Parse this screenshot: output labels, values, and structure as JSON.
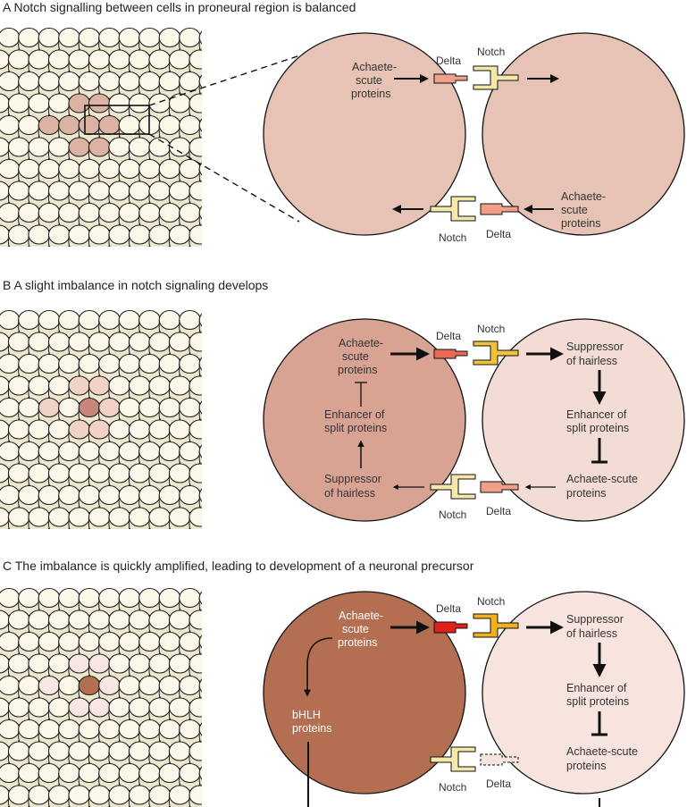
{
  "panels": {
    "a": {
      "title": "A  Notch signalling between cells in proneural region is balanced",
      "delta_top": "Delta",
      "notch_top": "Notch",
      "left_as": [
        "Achaete-",
        "scute",
        "proteins"
      ],
      "right_as": [
        "Achaete-",
        "scute",
        "proteins"
      ],
      "notch_bottom": "Notch",
      "delta_bottom": "Delta",
      "colors": {
        "left_cell": "#e6c3b4",
        "right_cell": "#e6c3b4",
        "delta": "#f0a08a",
        "notch": "#f6e8a8"
      }
    },
    "b": {
      "title": "B  A slight imbalance in notch signaling develops",
      "delta_top": "Delta",
      "notch_top": "Notch",
      "left_as": [
        "Achaete-",
        "scute",
        "proteins"
      ],
      "left_esp": [
        "Enhancer of",
        "split proteins"
      ],
      "left_soh": [
        "Suppressor",
        "of hairless"
      ],
      "right_soh": [
        "Suppressor",
        "of hairless"
      ],
      "right_esp": [
        "Enhancer of",
        "split proteins"
      ],
      "right_as": [
        "Achaete-scute",
        "proteins"
      ],
      "notch_bottom": "Notch",
      "delta_bottom": "Delta",
      "colors": {
        "left_cell": "#d9a394",
        "right_cell": "#f3dcd3",
        "delta": "#e86a55",
        "notch": "#f2c23a"
      }
    },
    "c": {
      "title": "C  The imbalance is quickly amplified, leading to development of a neuronal precursor",
      "delta_top": "Delta",
      "notch_top": "Notch",
      "left_as": [
        "Achaete-",
        "scute",
        "proteins"
      ],
      "left_bhlh": [
        "bHLH",
        "proteins"
      ],
      "right_soh": [
        "Suppressor",
        "of hairless"
      ],
      "right_esp": [
        "Enhancer of",
        "split proteins"
      ],
      "right_as": [
        "Achaete-scute",
        "proteins"
      ],
      "notch_bottom": "Notch",
      "delta_bottom": "Delta",
      "colors": {
        "left_cell": "#b46f52",
        "right_cell": "#f7e4de",
        "delta": "#e0201a",
        "notch": "#f0b020"
      }
    }
  }
}
